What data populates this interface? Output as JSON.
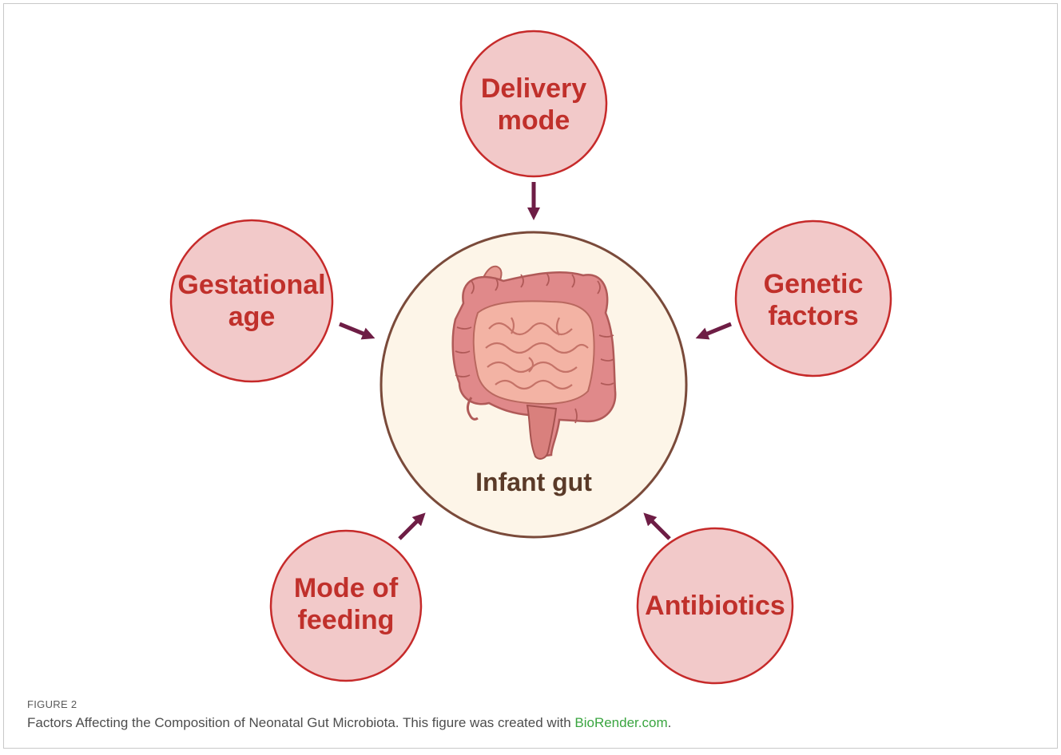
{
  "figure": {
    "center": {
      "label": "Infant gut",
      "icon": "intestine-icon"
    },
    "factors": [
      {
        "id": "delivery-mode",
        "lines": [
          "Delivery",
          "mode"
        ]
      },
      {
        "id": "gestational-age",
        "lines": [
          "Gestational",
          "age"
        ]
      },
      {
        "id": "genetic-factors",
        "lines": [
          "Genetic",
          "factors"
        ]
      },
      {
        "id": "mode-of-feeding",
        "lines": [
          "Mode of",
          "feeding"
        ]
      },
      {
        "id": "antibiotics",
        "lines": [
          "Antibiotics"
        ]
      }
    ],
    "colors": {
      "factor_fill": "#f2c9c9",
      "factor_stroke": "#c62a2a",
      "factor_text": "#c0302b",
      "center_fill": "#fdf5e8",
      "center_stroke": "#7a4a3a",
      "center_text": "#5a3a28",
      "arrow": "#6e1d45"
    }
  },
  "caption": {
    "label": "FIGURE 2",
    "text": "Factors Affecting the Composition of Neonatal Gut Microbiota. This figure was created with ",
    "link": "BioRender.com",
    "end": "."
  }
}
